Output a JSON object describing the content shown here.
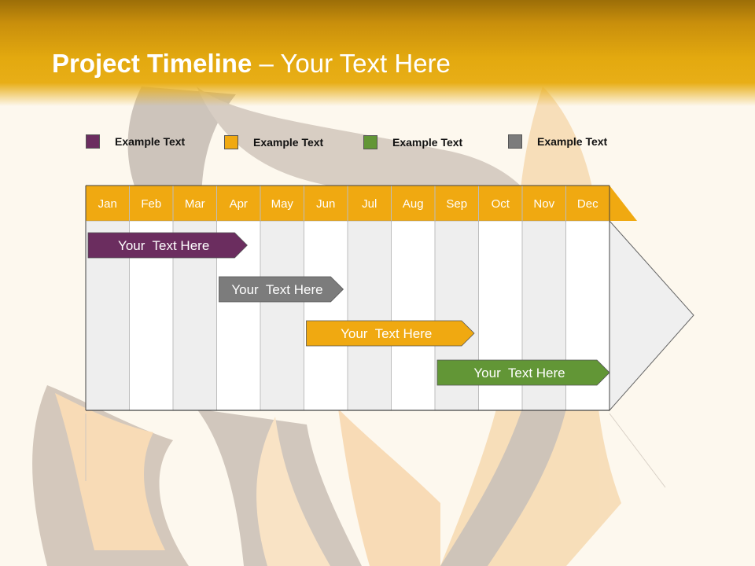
{
  "slide": {
    "title_bold": "Project Timeline",
    "title_rest": " – Your Text Here"
  },
  "legend": [
    {
      "label": "Example Text",
      "color": "#6b2d5f"
    },
    {
      "label": "Example Text",
      "color": "#f0a911"
    },
    {
      "label": "Example Text",
      "color": "#629636"
    },
    {
      "label": "Example Text",
      "color": "#7c7c7c"
    }
  ],
  "timeline": {
    "months": [
      "Jan",
      "Feb",
      "Mar",
      "Apr",
      "May",
      "Jun",
      "Jul",
      "Aug",
      "Sep",
      "Oct",
      "Nov",
      "Dec"
    ],
    "header_color": "#f0a911",
    "bars": [
      {
        "label": "Your  Text Here",
        "start": 0.0,
        "end": 3.7,
        "color": "#6b2d5f"
      },
      {
        "label": "Your  Text Here",
        "start": 3.0,
        "end": 5.9,
        "color": "#7c7c7c"
      },
      {
        "label": "Your  Text Here",
        "start": 5.0,
        "end": 8.9,
        "color": "#f0a911"
      },
      {
        "label": "Your  Text Here",
        "start": 8.0,
        "end": 12.0,
        "color": "#629636"
      }
    ]
  }
}
